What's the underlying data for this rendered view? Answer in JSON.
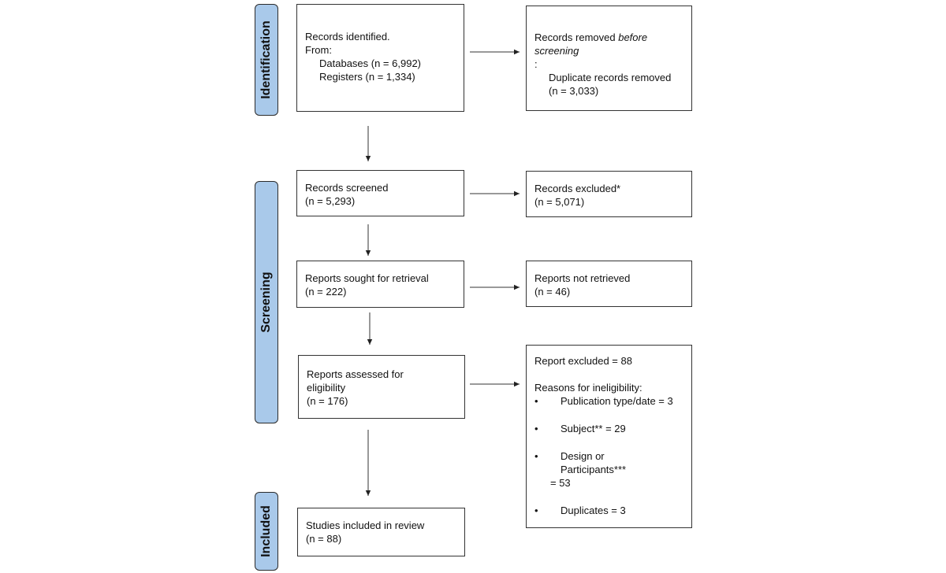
{
  "phases": {
    "identification": "Identification",
    "screening": "Screening",
    "included": "Included"
  },
  "identified": {
    "title": "Records identified.",
    "from": "From:",
    "databases": "Databases (n = 6,992)",
    "registers": "Registers (n = 1,334)"
  },
  "removed": {
    "title_a": "Records removed ",
    "title_em": "before screening",
    "title_b": ":",
    "duplicates": "Duplicate records removed",
    "count": "(n = 3,033)"
  },
  "screened": {
    "title": "Records screened",
    "count": "(n = 5,293)"
  },
  "excluded": {
    "title": "Records excluded*",
    "count": "(n = 5,071)"
  },
  "sought": {
    "title": "Reports sought for retrieval",
    "count": "(n = 222)"
  },
  "not_retrieved": {
    "title": "Reports not retrieved",
    "count": "(n = 46)"
  },
  "assessed": {
    "title": "Reports assessed for eligibility",
    "count": "(n = 176)"
  },
  "report_excluded": {
    "title": "Report excluded = 88",
    "reasons_title": "Reasons for ineligibility:",
    "bullet": "•",
    "reasons": [
      "Publication type/date = 3",
      "Subject** = 29",
      "Design or Participants***",
      "Duplicates = 3"
    ],
    "design_count": "= 53"
  },
  "included": {
    "title": "Studies included in review",
    "count": "(n = 88)"
  },
  "colors": {
    "phase_fill": "#a9c9ea",
    "border": "#333333"
  }
}
